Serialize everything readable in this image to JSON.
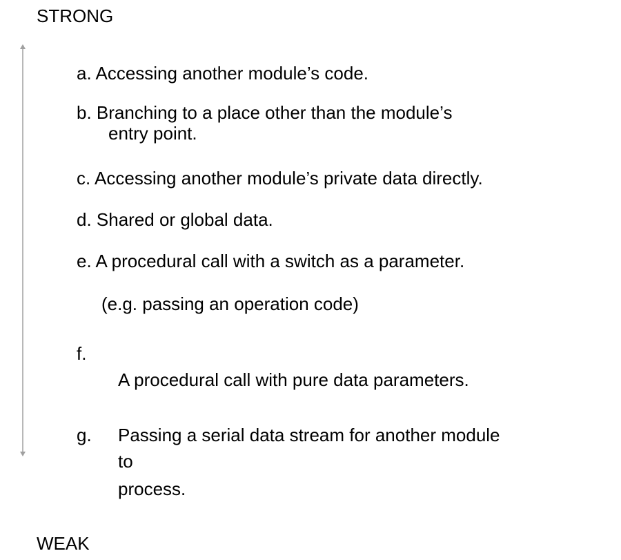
{
  "top_label": "STRONG",
  "bottom_label": "WEAK",
  "items": [
    {
      "text": "a. Accessing another module’s code."
    },
    {
      "text": "b. Branching to a place other than the module’s",
      "cont": "entry point."
    },
    {
      "text": "c. Accessing another module’s private data directly."
    },
    {
      "text": "d. Shared or global data."
    },
    {
      "text": "e. A procedural call with a switch as a parameter.",
      "cont": "(e.g. passing an operation code)"
    },
    {
      "text": "f.",
      "cont": "A procedural call with pure data parameters."
    },
    {
      "text": "g.",
      "body": "Passing a serial data stream for another module",
      "cont": "to",
      "cont2": "process."
    }
  ],
  "colors": {
    "arrow": "#a0a0a0"
  }
}
